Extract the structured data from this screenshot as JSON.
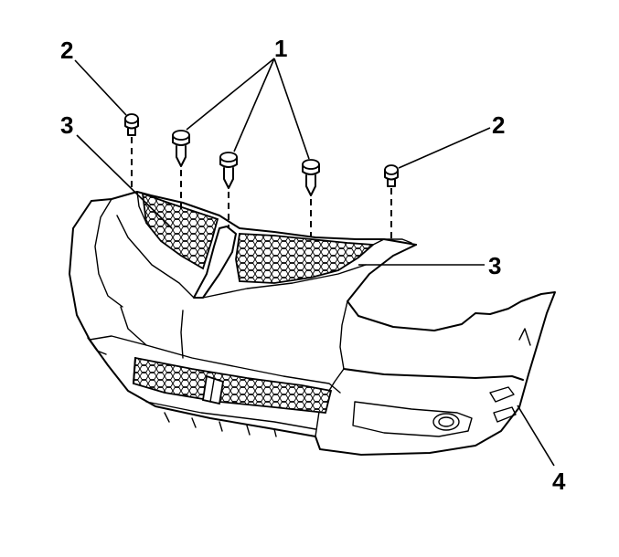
{
  "callouts": {
    "push_pin_retainers": "1",
    "bolts_left": "2",
    "bolts_right": "2",
    "grille_left": "3",
    "grille_right": "3",
    "fascia": "4"
  },
  "colors": {
    "line": "#000000",
    "background": "#ffffff"
  }
}
